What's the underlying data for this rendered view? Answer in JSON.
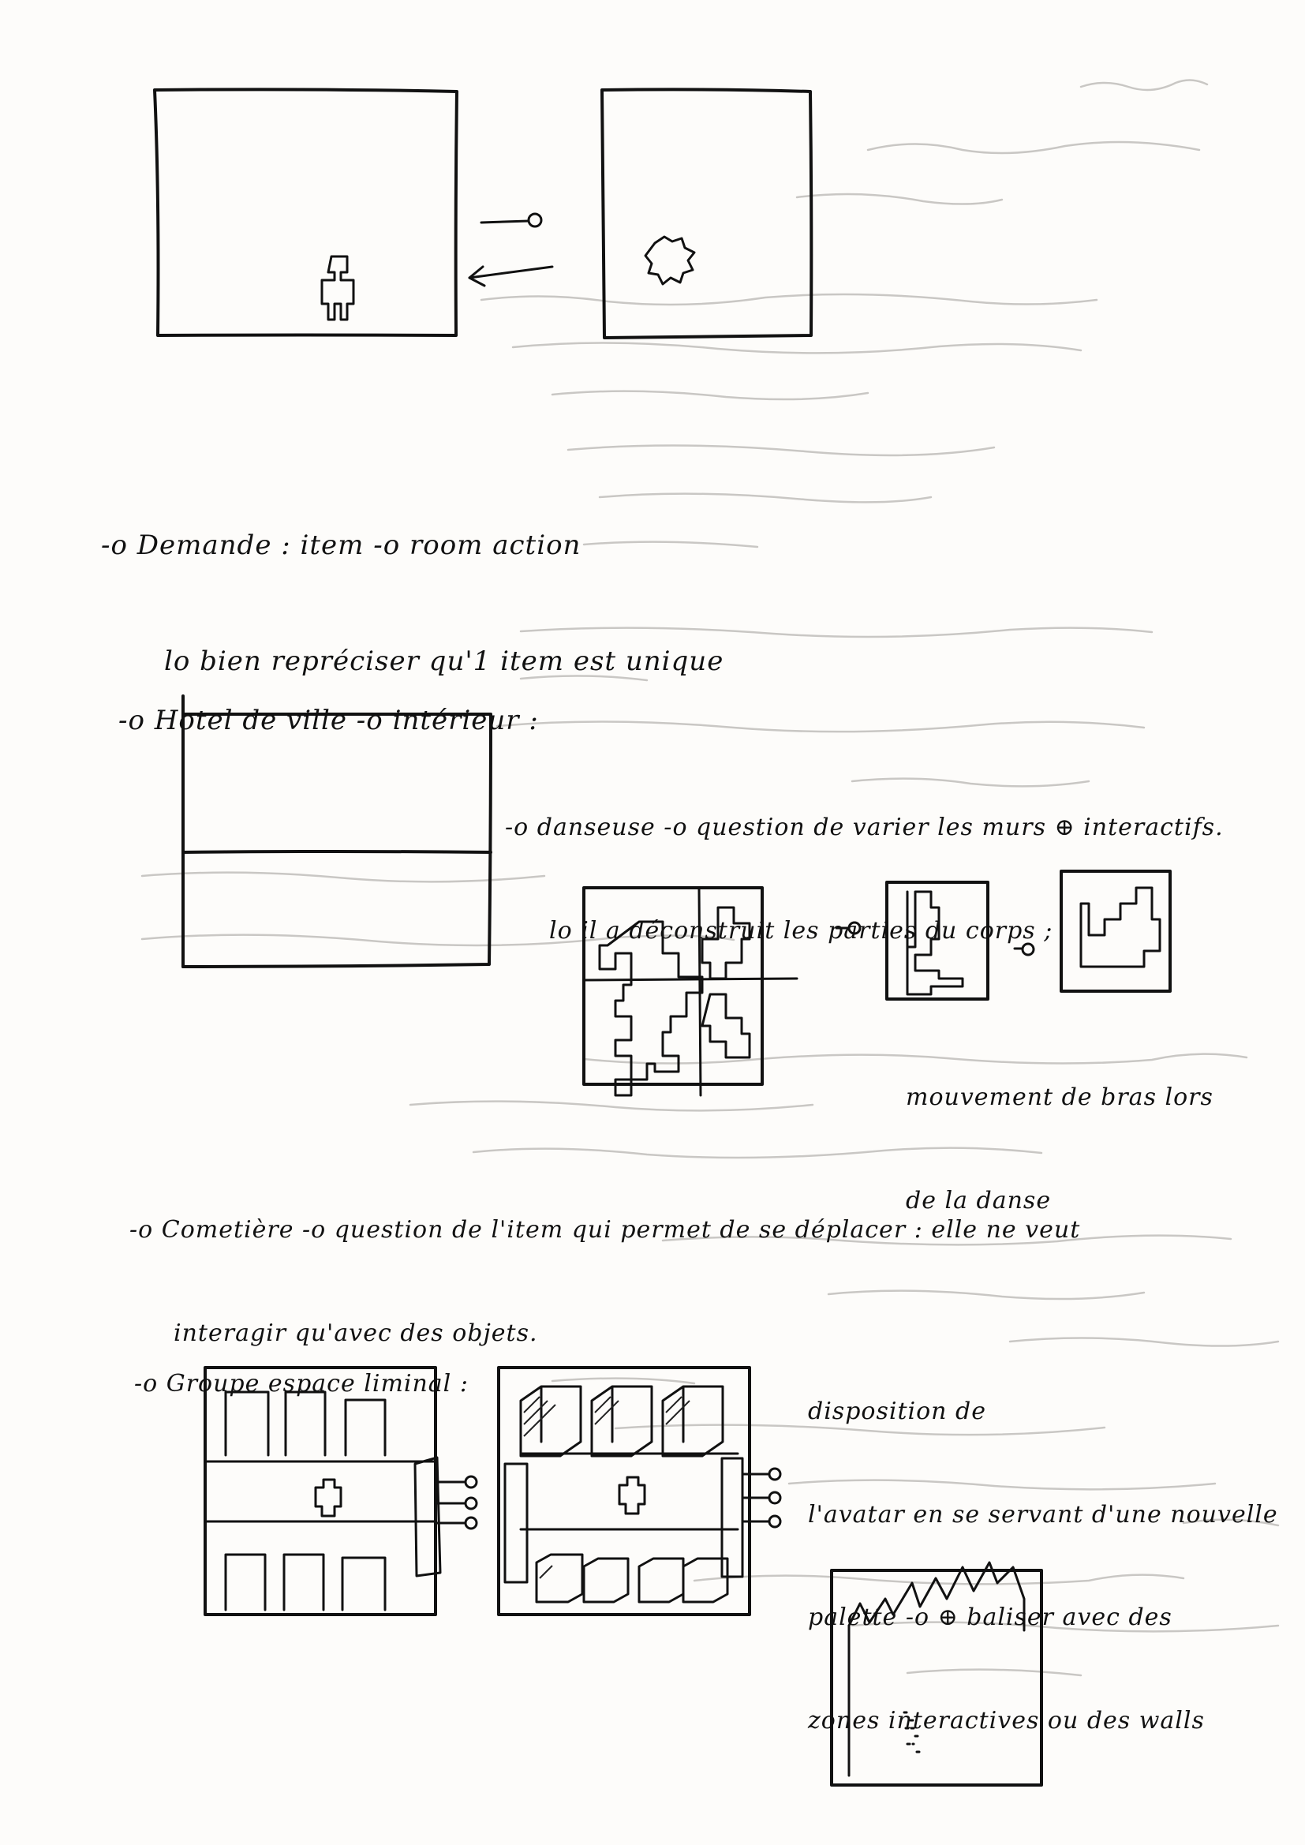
{
  "notes": [
    {
      "id": "demande",
      "lines": [
        "-o Demande : item -o room action",
        "lo bien repréciser qu'1 item est unique"
      ]
    },
    {
      "id": "hotel",
      "lines": [
        "-o Hotel de ville -o intérieur :"
      ]
    },
    {
      "id": "danseuse",
      "lines": [
        "-o danseuse -o question de varier les murs ⊕ interactifs.",
        "lo il a déconstruit les parties du corps ;"
      ]
    },
    {
      "id": "mouvement",
      "lines": [
        "mouvement de bras lors",
        "de la danse"
      ]
    },
    {
      "id": "cometiere",
      "lines": [
        "-o Cometière -o question de l'item qui permet de se déplacer : elle ne veut",
        "interagir qu'avec des objets."
      ]
    },
    {
      "id": "groupe",
      "lines": [
        "-o Groupe espace liminal :"
      ]
    },
    {
      "id": "disposition",
      "lines": [
        "disposition de",
        "l'avatar en se servant d'une nouvelle",
        "palette -o ⊕ baliser avec des",
        "zones interactives ou des walls"
      ]
    }
  ]
}
